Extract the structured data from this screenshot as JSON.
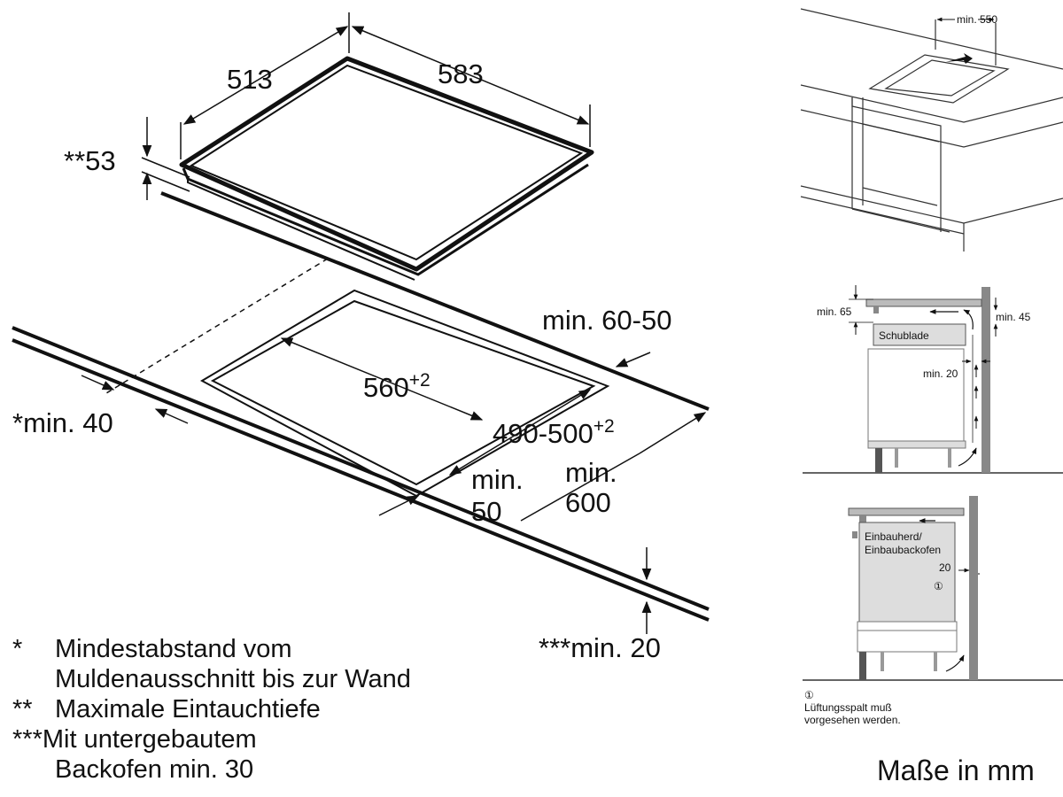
{
  "hob_dimensions": {
    "depth": "513",
    "width": "583",
    "immersion_depth": "**53"
  },
  "cutout_dimensions": {
    "width_value": "560",
    "width_tolerance": "+2",
    "depth_value": "490-500",
    "depth_tolerance": "+2",
    "rear_min_line1": "min. 60-50",
    "front_min_line1": "min.",
    "front_min_line2": "50",
    "counter_min_line1": "min.",
    "counter_min_line2": "600",
    "wall_min": "*min. 40",
    "oven_min": "***min. 20"
  },
  "footnotes": [
    {
      "mark": "*",
      "lines": [
        "Mindestabstand vom",
        "Muldenausschnitt bis zur Wand"
      ]
    },
    {
      "mark": "**",
      "lines": [
        "Maximale Eintauchtiefe"
      ]
    },
    {
      "mark": "***",
      "lines": [
        "Mit untergebautem",
        "Backofen min. 30"
      ]
    }
  ],
  "installation_views": {
    "top_min_label": "min. 550",
    "drawer_view": {
      "top_gap": "min. 65",
      "wall_gap": "min. 45",
      "drawer_label": "Schublade",
      "side_gap": "min. 20"
    },
    "oven_view": {
      "oven_label_line1": "Einbauherd/",
      "oven_label_line2": "Einbaubackofen",
      "gap": "20",
      "marker": "①"
    }
  },
  "ventilation_note": {
    "marker": "①",
    "line1": "Lüftungsspalt muß",
    "line2": "vorgesehen werden."
  },
  "units_label": "Maße in mm"
}
